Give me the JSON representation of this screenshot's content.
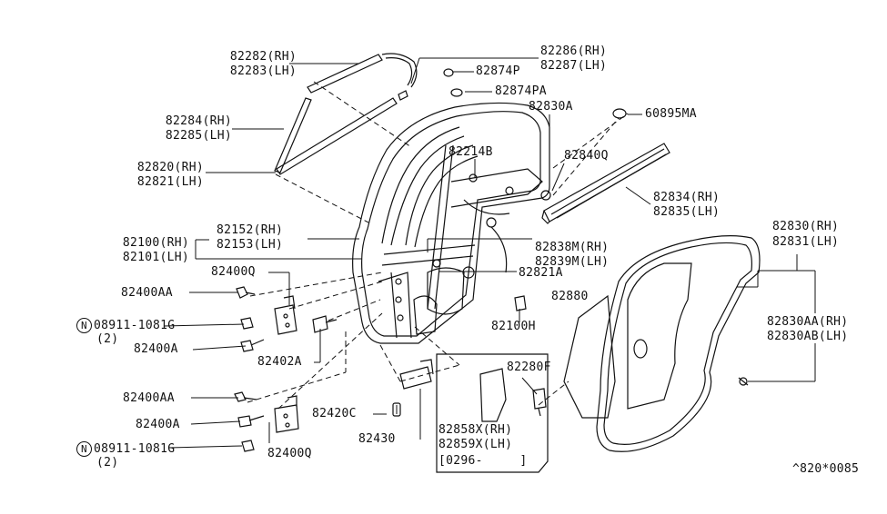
{
  "labels": {
    "p82282": "82282(RH)",
    "p82283": "82283(LH)",
    "p82286": "82286(RH)",
    "p82287": "82287(LH)",
    "p82874P": "82874P",
    "p82874PA": "82874PA",
    "p82830A": "82830A",
    "p60895MA": "60895MA",
    "p82284": "82284(RH)",
    "p82285": "82285(LH)",
    "p82214B": "82214B",
    "p82840Q": "82840Q",
    "p82820": "82820(RH)",
    "p82821": "82821(LH)",
    "p82834": "82834(RH)",
    "p82835": "82835(LH)",
    "p82152": "82152(RH)",
    "p82153": "82153(LH)",
    "p82100": "82100(RH)",
    "p82101": "82101(LH)",
    "p82838M": "82838M(RH)",
    "p82839M": "82839M(LH)",
    "p82830": "82830(RH)",
    "p82831": "82831(LH)",
    "p82821A": "82821A",
    "p82400Q_top": "82400Q",
    "p82400AA_top": "82400AA",
    "p82880": "82880",
    "p08911_top": "08911-1081G",
    "qty_top": "(2)",
    "p82100H": "82100H",
    "p82830AA": "82830AA(RH)",
    "p82830AB": "82830AB(LH)",
    "p82400A_top": "82400A",
    "p82402A": "82402A",
    "p82280F": "82280F",
    "p82400AA_bot": "82400AA",
    "p82420C": "82420C",
    "p82858X": "82858X(RH)",
    "p82859X": "82859X(LH)",
    "p82400A_bot": "82400A",
    "p82430": "82430",
    "p08911_bot": "08911-1081G",
    "qty_bot": "(2)",
    "p82400Q_bot": "82400Q",
    "date_range": "[0296-     ]",
    "diagram_code": "^820*0085",
    "nut_symbol": "N"
  }
}
